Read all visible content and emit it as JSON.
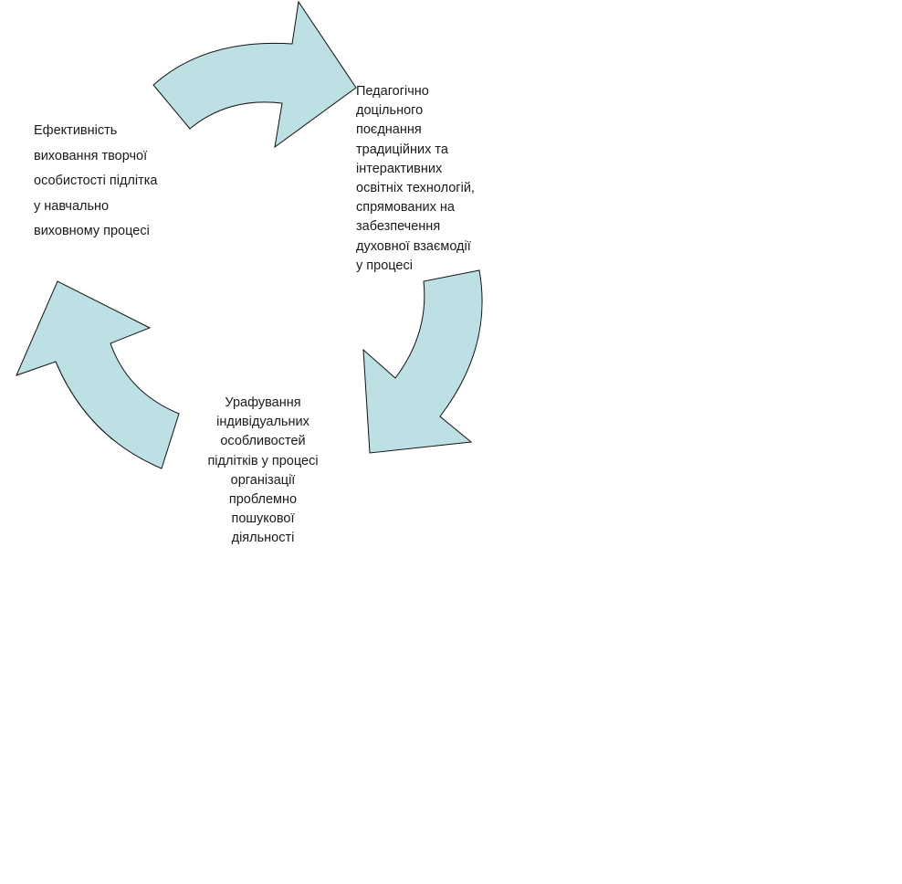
{
  "diagram": {
    "arrow_fill": "#bde0e5",
    "arrow_stroke": "#111111",
    "text_color": "#1a1a1a",
    "labels": {
      "left": [
        "Ефективність",
        "виховання творчої",
        "особистості підлітка",
        "у навчально",
        "виховному процесі"
      ],
      "right": [
        "Педагогічно",
        "доцільного",
        "поєднання",
        "традиційних та",
        "інтерактивних",
        "освітніх технологій,",
        "спрямованих на",
        "забезпечення",
        "духовної взаємодії",
        "у процесі"
      ],
      "bottom": [
        "Урафування",
        "індивідуальних",
        "особливостей",
        "підлітків у процесі",
        "організації",
        "проблемно",
        "пошукової",
        "діяльності"
      ]
    }
  }
}
